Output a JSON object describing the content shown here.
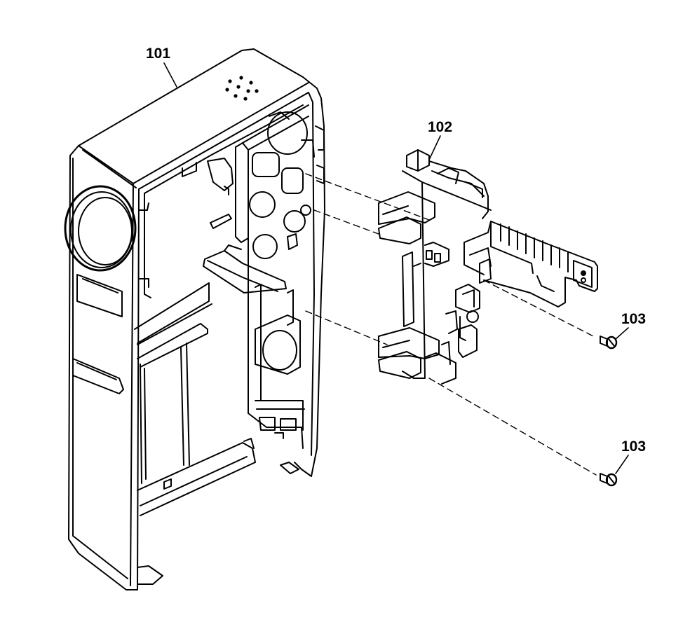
{
  "diagram": {
    "type": "exploded-parts-view",
    "callouts": [
      {
        "id": "101",
        "label": "101"
      },
      {
        "id": "102",
        "label": "102"
      },
      {
        "id": "103a",
        "label": "103"
      },
      {
        "id": "103b",
        "label": "103"
      }
    ]
  }
}
